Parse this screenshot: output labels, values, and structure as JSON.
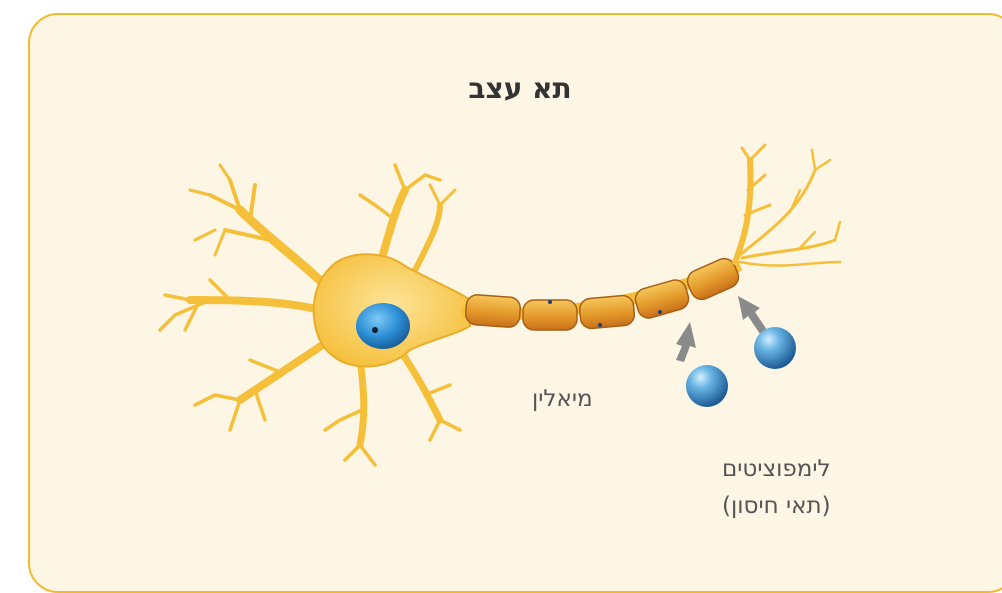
{
  "title": "תא עצב",
  "labels": {
    "myelin": "מיאלין",
    "lymphocytes_line1": "לימפוציטים",
    "lymphocytes_line2": "(תאי חיסון)"
  },
  "colors": {
    "panel_bg": "#fdf6e4",
    "panel_border": "#f3b92f",
    "neuron": "#f7c63c",
    "neuron_light": "#fbe08a",
    "myelin": "#d8871c",
    "nucleus": "#2c8fd6",
    "lymphocyte": "#2f83c6",
    "arrow": "#8a8a8a"
  }
}
